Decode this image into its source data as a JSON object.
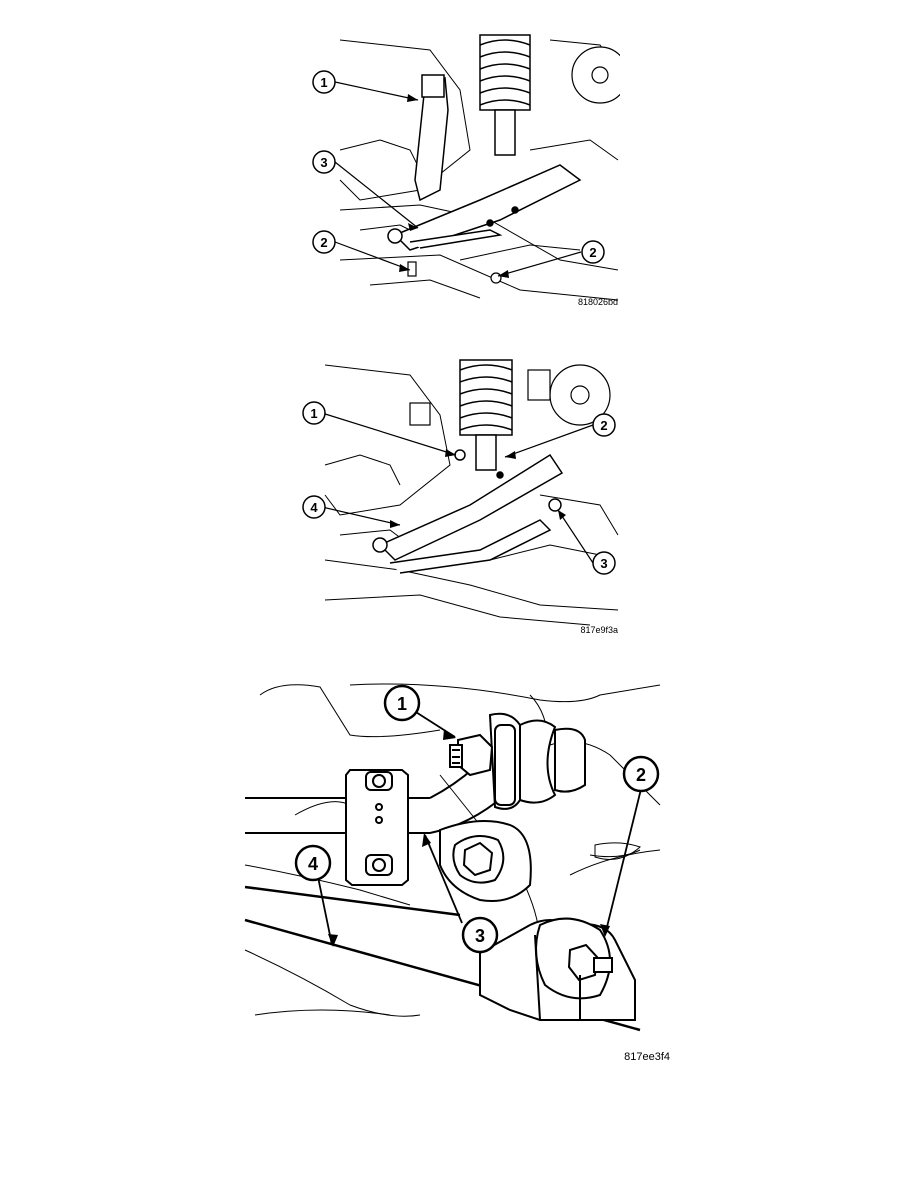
{
  "figures": [
    {
      "code": "818026bd",
      "callouts": [
        "1",
        "2",
        "2",
        "3"
      ]
    },
    {
      "code": "817e9f3a",
      "callouts": [
        "1",
        "2",
        "3",
        "4"
      ]
    },
    {
      "code": "817ee3f4",
      "callouts": [
        "1",
        "2",
        "3",
        "4"
      ]
    }
  ]
}
